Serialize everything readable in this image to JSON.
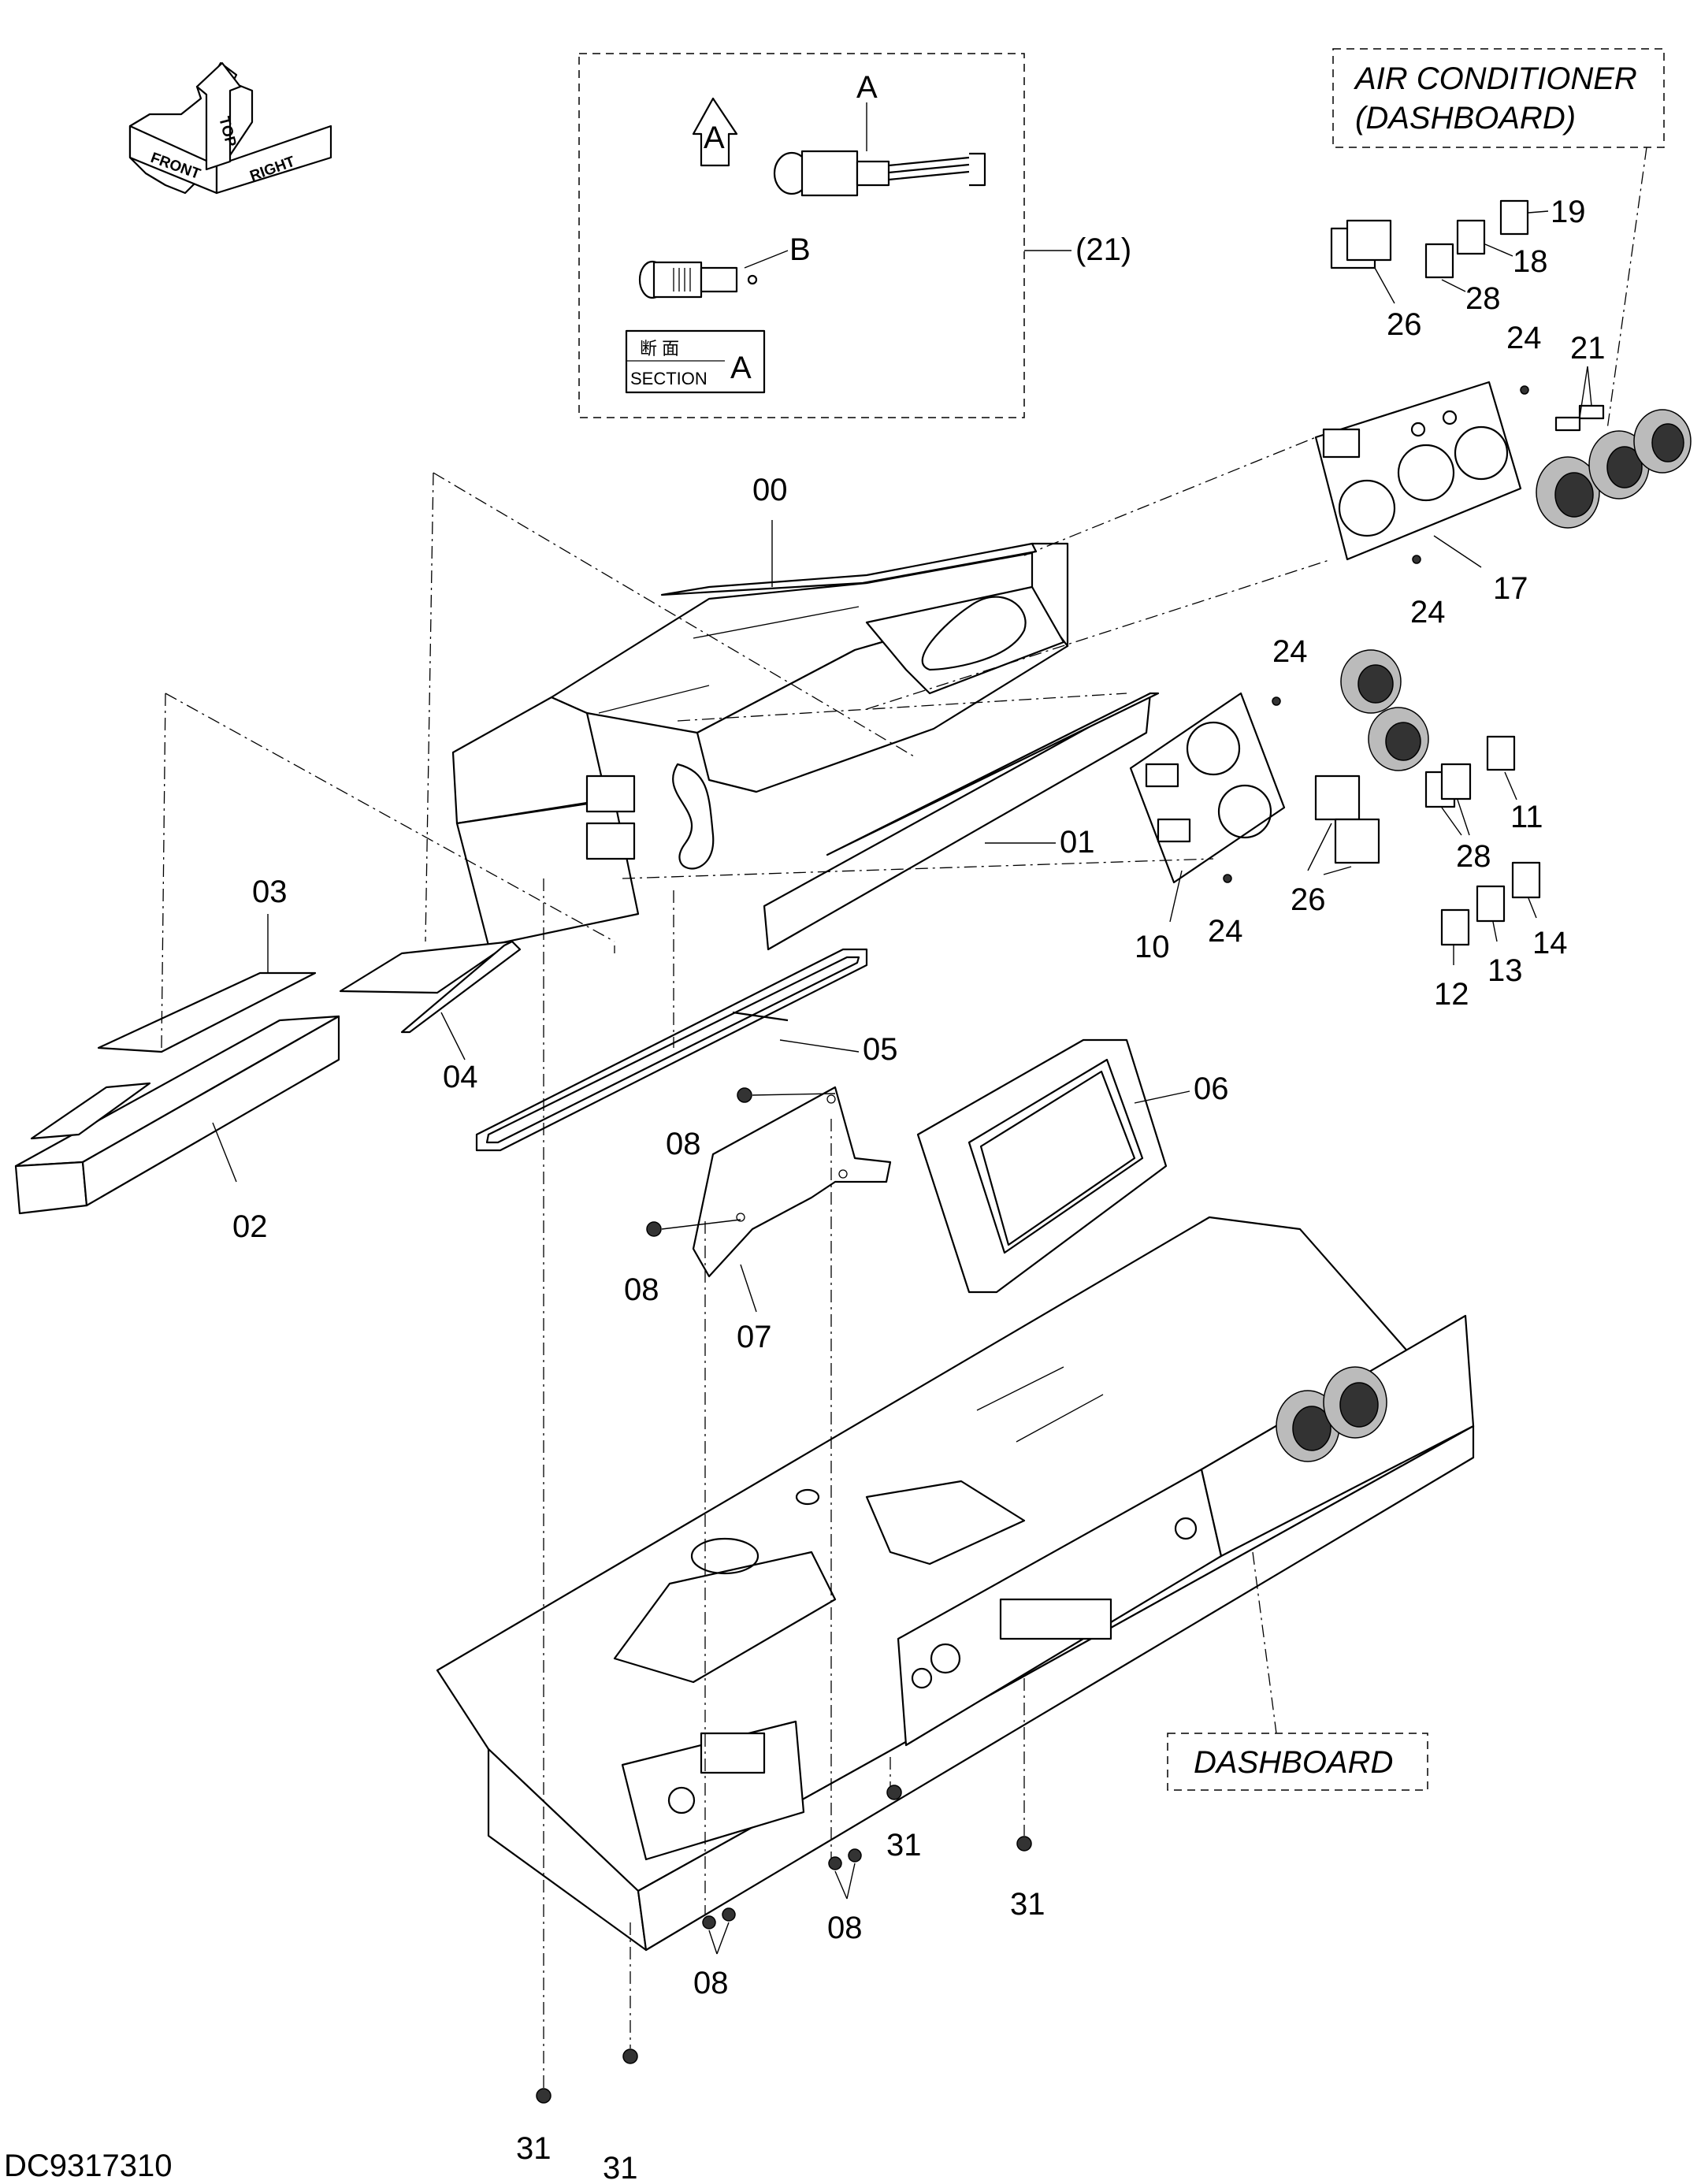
{
  "orientation": {
    "top": "TOP",
    "front": "FRONT",
    "right": "RIGHT"
  },
  "detail": {
    "callout_a": "A",
    "callout_b": "B",
    "view_marker": "A",
    "section_jp": "断 面",
    "section_label": "SECTION",
    "section_id": "A",
    "group_ref": "(21)"
  },
  "headings": {
    "air_conditioner_line1": "AIR CONDITIONER",
    "air_conditioner_line2": "(DASHBOARD)",
    "dashboard": "DASHBOARD"
  },
  "callouts": {
    "p00": "00",
    "p01": "01",
    "p02": "02",
    "p03": "03",
    "p04": "04",
    "p05": "05",
    "p06": "06",
    "p07": "07",
    "p08a": "08",
    "p08b": "08",
    "p08c": "08",
    "p08d": "08",
    "p10": "10",
    "p11": "11",
    "p12": "12",
    "p13": "13",
    "p14": "14",
    "p17": "17",
    "p18": "18",
    "p19": "19",
    "p21": "21",
    "p24a": "24",
    "p24b": "24",
    "p24c": "24",
    "p24d": "24",
    "p26a": "26",
    "p26b": "26",
    "p28a": "28",
    "p28b": "28",
    "p31a": "31",
    "p31b": "31",
    "p31c": "31",
    "p31d": "31"
  },
  "drawing_id": "DC9317310"
}
